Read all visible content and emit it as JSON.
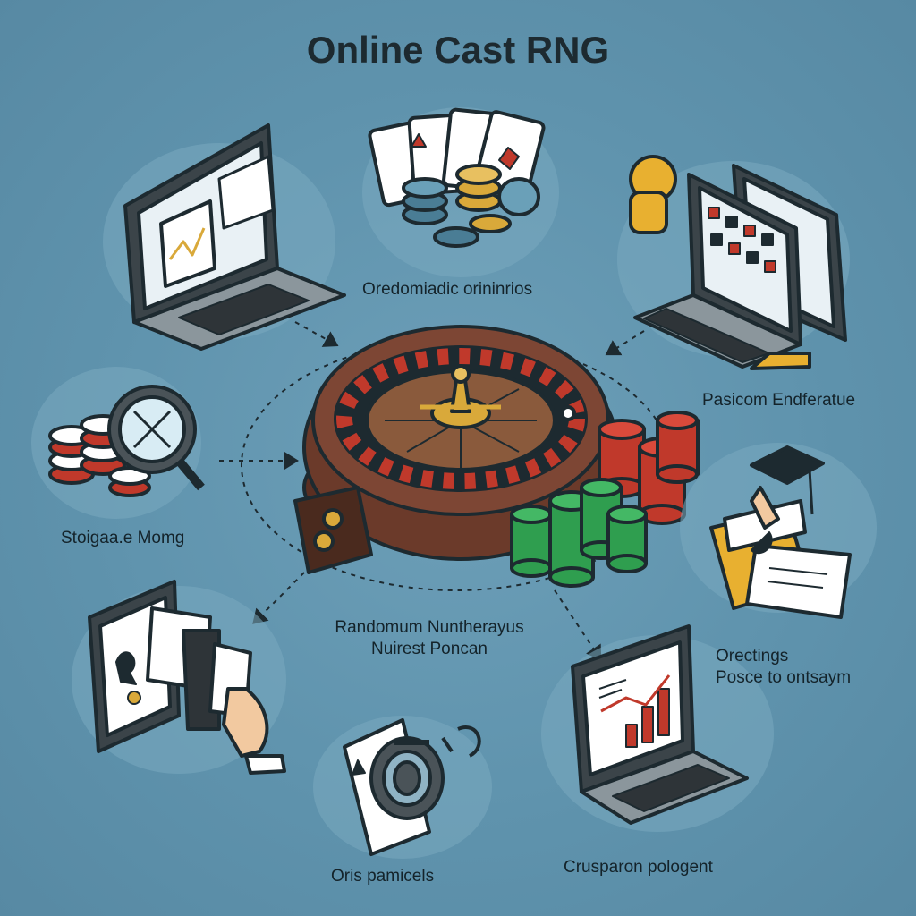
{
  "title": "Online Cast RNG",
  "labels": {
    "top": "Oredomiadic orininrios",
    "right_upper": "Pasicom Endferatue",
    "left_middle": "Stoigaa.e Momg",
    "center_line1": "Randomum Nuntherayus",
    "center_line2": "Nuirest Poncan",
    "right_lower_line1": "Orectings",
    "right_lower_line2": "Posce to ontsaym",
    "bottom_center": "Oris pamicels",
    "bottom_right": "Crusparon pologent"
  },
  "colors": {
    "background": "#5f93ad",
    "wheel_wood": "#6b3a2a",
    "chip_red": "#c0392b",
    "chip_green": "#2f9e4f",
    "chip_blue": "#4a7d95",
    "chip_gold": "#d9a93a",
    "outline": "#1d2a30"
  },
  "icons": [
    "laptop-chart-icon",
    "playing-cards-chips-icon",
    "laptop-slots-icon",
    "magnifier-chips-icon",
    "roulette-wheel-icon",
    "chip-stacks-icon",
    "graduation-document-icon",
    "tablet-cards-icon",
    "reel-card-icon",
    "laptop-bar-chart-icon"
  ]
}
